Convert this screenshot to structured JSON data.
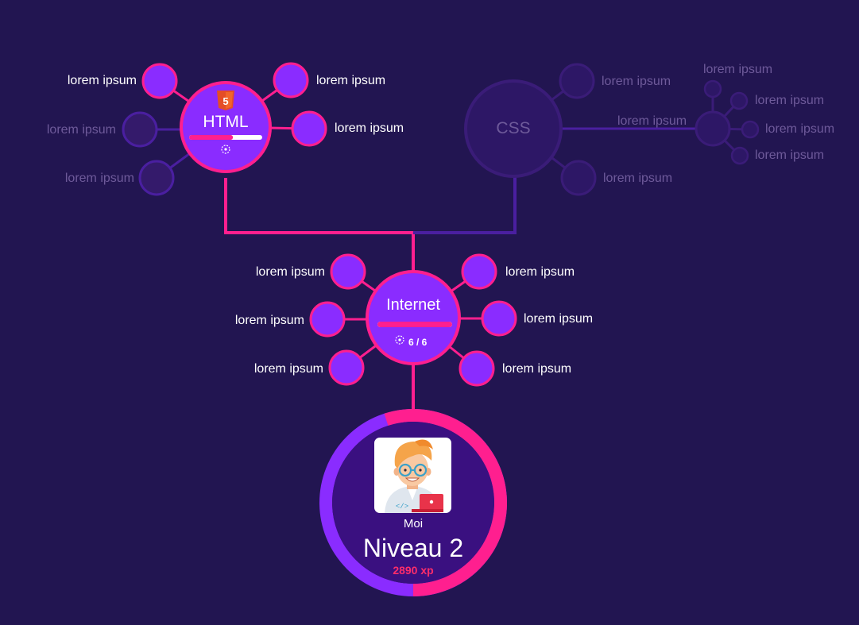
{
  "colors": {
    "background": "#221551",
    "active_line": "#ff1f8f",
    "inactive_line": "#4a1fa0",
    "node_active": "#8a2cff",
    "node_locked": "#341a6b",
    "accent": "#ff1f8f"
  },
  "html_node": {
    "title": "HTML",
    "icon": "html5-icon",
    "progress": 0.6,
    "left_labels": [
      "lorem ipsum",
      "lorem ipsum",
      "lorem ipsum"
    ],
    "right_labels": [
      "lorem ipsum",
      "lorem ipsum"
    ]
  },
  "css_node": {
    "title": "CSS",
    "labels": [
      "lorem ipsum",
      "lorem ipsum",
      "lorem ipsum"
    ],
    "sub_top_label": "lorem ipsum",
    "sub_labels": [
      "lorem ipsum",
      "lorem ipsum",
      "lorem ipsum"
    ]
  },
  "internet_node": {
    "title": "Internet",
    "progress": 1.0,
    "count": "6 / 6",
    "left_labels": [
      "lorem ipsum",
      "lorem ipsum",
      "lorem ipsum"
    ],
    "right_labels": [
      "lorem ipsum",
      "lorem ipsum",
      "lorem ipsum"
    ]
  },
  "profile": {
    "name": "Moi",
    "level": "Niveau 2",
    "xp": "2890 xp",
    "level_progress": 0.55
  }
}
